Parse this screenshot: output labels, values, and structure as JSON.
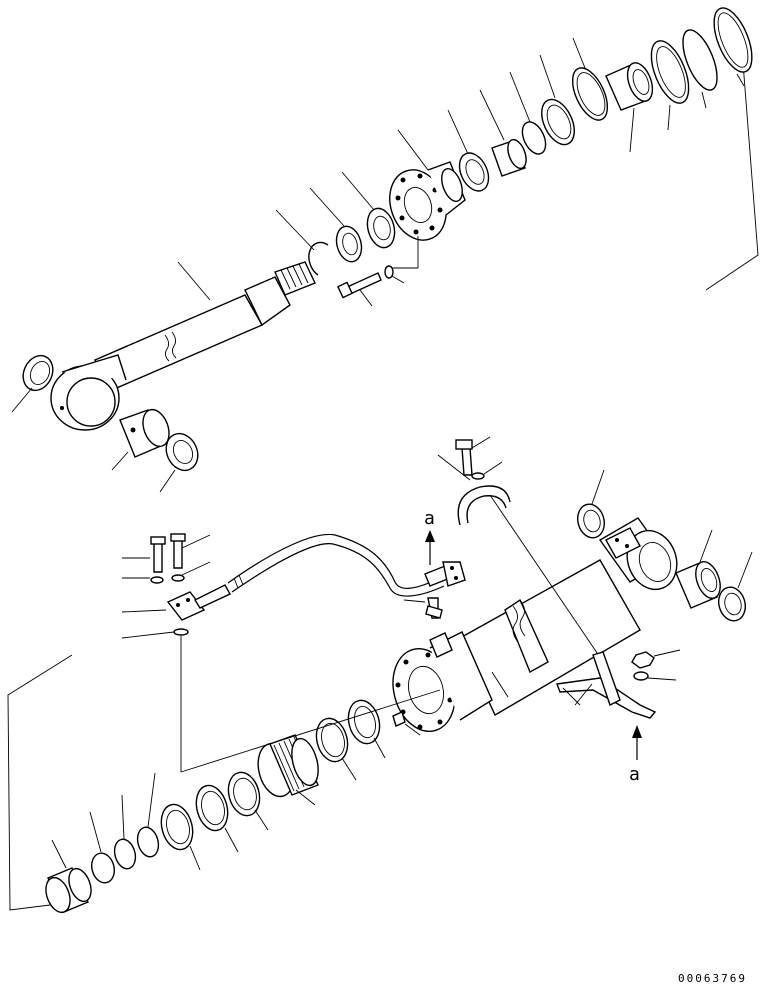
{
  "diagram": {
    "view_labels": {
      "top": "a",
      "bottom": "a"
    },
    "drawing_code": "00063769"
  }
}
